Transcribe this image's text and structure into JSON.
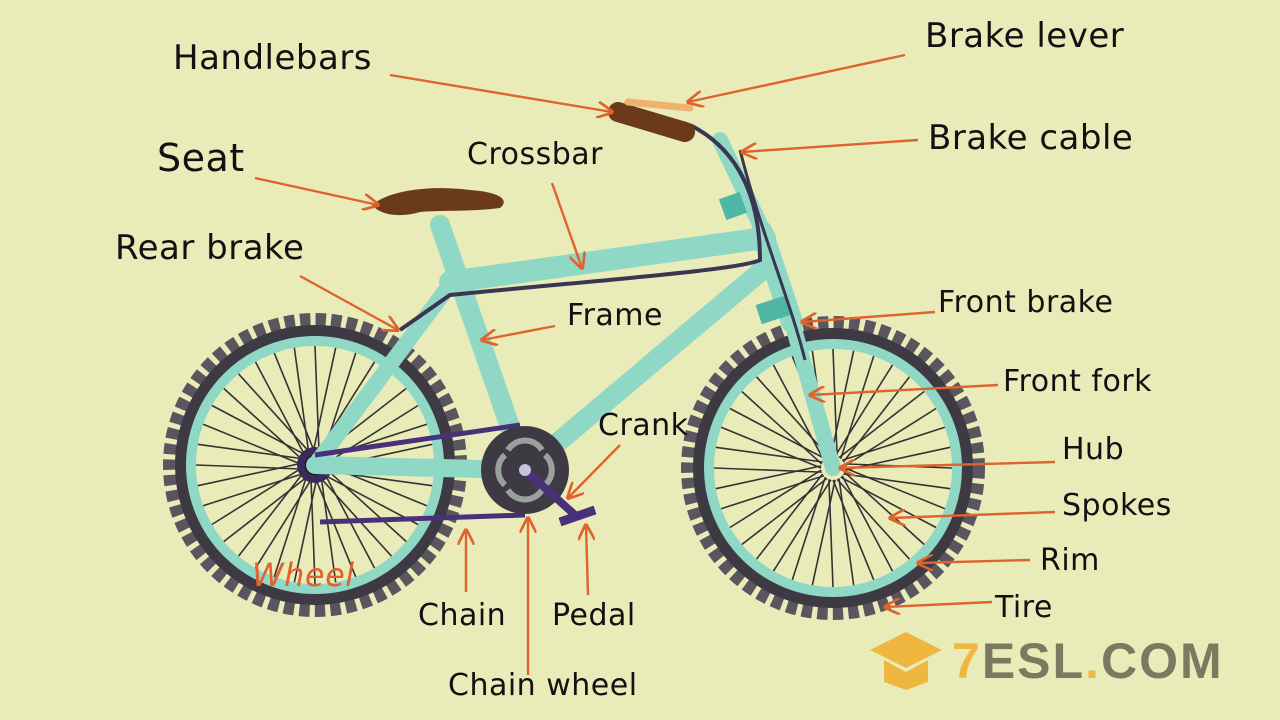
{
  "labels": {
    "handlebars": "Handlebars",
    "brake_lever": "Brake lever",
    "brake_cable": "Brake cable",
    "seat": "Seat",
    "crossbar": "Crossbar",
    "rear_brake": "Rear brake",
    "frame": "Frame",
    "front_brake": "Front brake",
    "front_fork": "Front fork",
    "crank": "Crank",
    "hub": "Hub",
    "spokes": "Spokes",
    "rim": "Rim",
    "tire": "Tire",
    "wheel": "Wheel",
    "chain": "Chain",
    "pedal": "Pedal",
    "chain_wheel": "Chain wheel"
  },
  "logo": {
    "text_seven": "7",
    "text_esl": "ESL",
    "text_dot": ".",
    "text_com": "COM"
  },
  "colors": {
    "background": "#e9ecb9",
    "frame": "#8fd8c6",
    "tire": "#4a4650",
    "arrow": "#e0622d",
    "seat": "#6b3a1c",
    "logo_accent": "#f0b740"
  }
}
